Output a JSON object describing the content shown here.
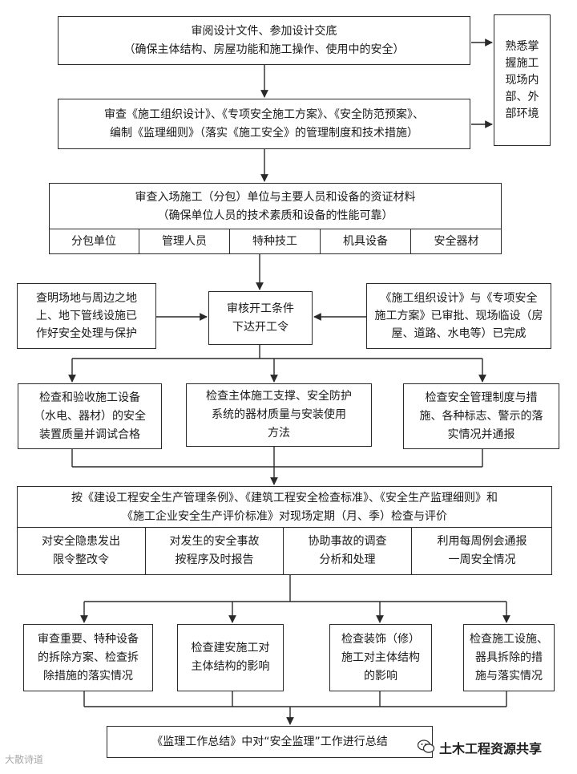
{
  "flow": {
    "box1": {
      "line1": "审阅设计文件、参加设计交底",
      "line2": "（确保主体结构、房屋功能和施工操作、使用中的安全）"
    },
    "side": {
      "line1": "熟悉掌",
      "line2": "握施工",
      "line3": "现场内",
      "line4": "部、外",
      "line5": "部环境"
    },
    "box2": {
      "line1": "审查《施工组织设计》、《专项安全施工方案》、《安全防范预案》、",
      "line2": "编制《监理细则》（落实《施工安全》的管理制度和技术措施）"
    },
    "box3": {
      "line1": "审查入场施工（分包）单位与主要人员和设备的资证材料",
      "line2": "（确保单位人员的技术素质和设备的性能可靠）",
      "cells": [
        "分包单位",
        "管理人员",
        "特种技工",
        "机具设备",
        "安全器材"
      ]
    },
    "left4": {
      "line1": "查明场地与周边之地",
      "line2": "上、地下管线设施已",
      "line3": "作好安全处理与保护"
    },
    "center4": {
      "line1": "审核开工条件",
      "line2": "下达开工令"
    },
    "right4": {
      "line1": "《施工组织设计》与《专项安全",
      "line2": "施工方案》已审批、现场临设（房",
      "line3": "屋、道路、水电等）已完成"
    },
    "check1": {
      "line1": "检查和验收施工设备",
      "line2": "（水电、器材）的安全",
      "line3": "装置质量并调试合格"
    },
    "check2": {
      "line1": "检查主体施工支撑、安全防护",
      "line2": "系统的器材质量与安装使用",
      "line3": "方法"
    },
    "check3": {
      "line1": "检查安全管理制度与措",
      "line2": "施、各种标志、警示的落",
      "line3": "实情况并通报"
    },
    "box6": {
      "line1": "按《建设工程安全生产管理条例》、《建筑工程安全检查标准》、《安全生产监理细则》和",
      "line2": "《施工企业安全生产评价标准》对现场定期（月、季）检查与评价",
      "cells": [
        {
          "line1": "对安全隐患发出",
          "line2": "限令整改令"
        },
        {
          "line1": "对发生的安全事故",
          "line2": "按程序及时报告"
        },
        {
          "line1": "协助事故的调查",
          "line2": "分析和处理"
        },
        {
          "line1": "利用每周例会通报",
          "line2": "一周安全情况"
        }
      ]
    },
    "b1": {
      "line1": "审查重要、特种设备",
      "line2": "的拆除方案、检查拆",
      "line3": "除措施的落实情况"
    },
    "b2": {
      "line1": "检查建安施工对",
      "line2": "主体结构的影响"
    },
    "b3": {
      "line1": "检查装饰（修）",
      "line2": "施工对主体结构",
      "line3": "的影响"
    },
    "b4": {
      "line1": "检查施工设施、",
      "line2": "器具拆除的措",
      "line3": "施与落实情况"
    },
    "final": {
      "line1": "《监理工作总结》中对“安全监理”工作进行总结"
    }
  },
  "watermarks": {
    "left": "大散诗道",
    "right": "土木工程资源共享"
  },
  "colors": {
    "line": "#2a2a2a",
    "background": "#ffffff"
  }
}
